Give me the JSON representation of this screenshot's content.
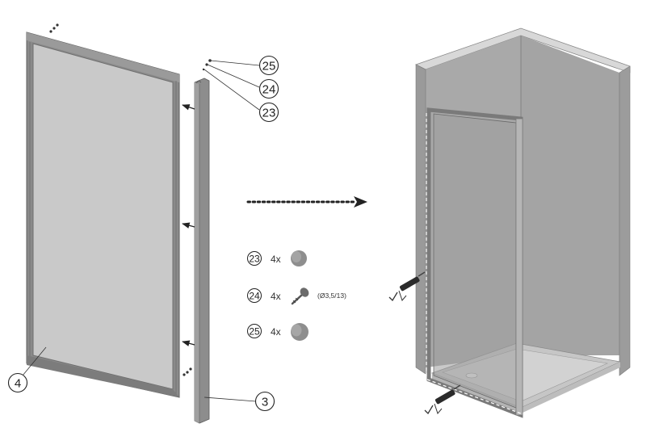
{
  "diagram": {
    "type": "assembly-instruction",
    "subject": "shower enclosure side panel installation",
    "callouts": [
      {
        "id": "c25",
        "label": "25"
      },
      {
        "id": "c24",
        "label": "24"
      },
      {
        "id": "c23",
        "label": "23"
      },
      {
        "id": "c4",
        "label": "4"
      },
      {
        "id": "c3",
        "label": "3"
      }
    ],
    "parts_list": [
      {
        "number": "23",
        "quantity": "4x",
        "icon": "cap-icon",
        "spec": ""
      },
      {
        "number": "24",
        "quantity": "4x",
        "icon": "screw-icon",
        "spec": "(Ø3,5/13)"
      },
      {
        "number": "25",
        "quantity": "4x",
        "icon": "cap-icon",
        "spec": ""
      }
    ],
    "colors": {
      "frame": "#8a8a8a",
      "frame_dark": "#6f6f6f",
      "glass": "#c8c8c8",
      "wall": "#a3a3a3",
      "wall_light": "#b2b2b2",
      "wall_top": "#d6d6d6",
      "tray": "#c9c9c9",
      "ink": "#222222"
    }
  }
}
